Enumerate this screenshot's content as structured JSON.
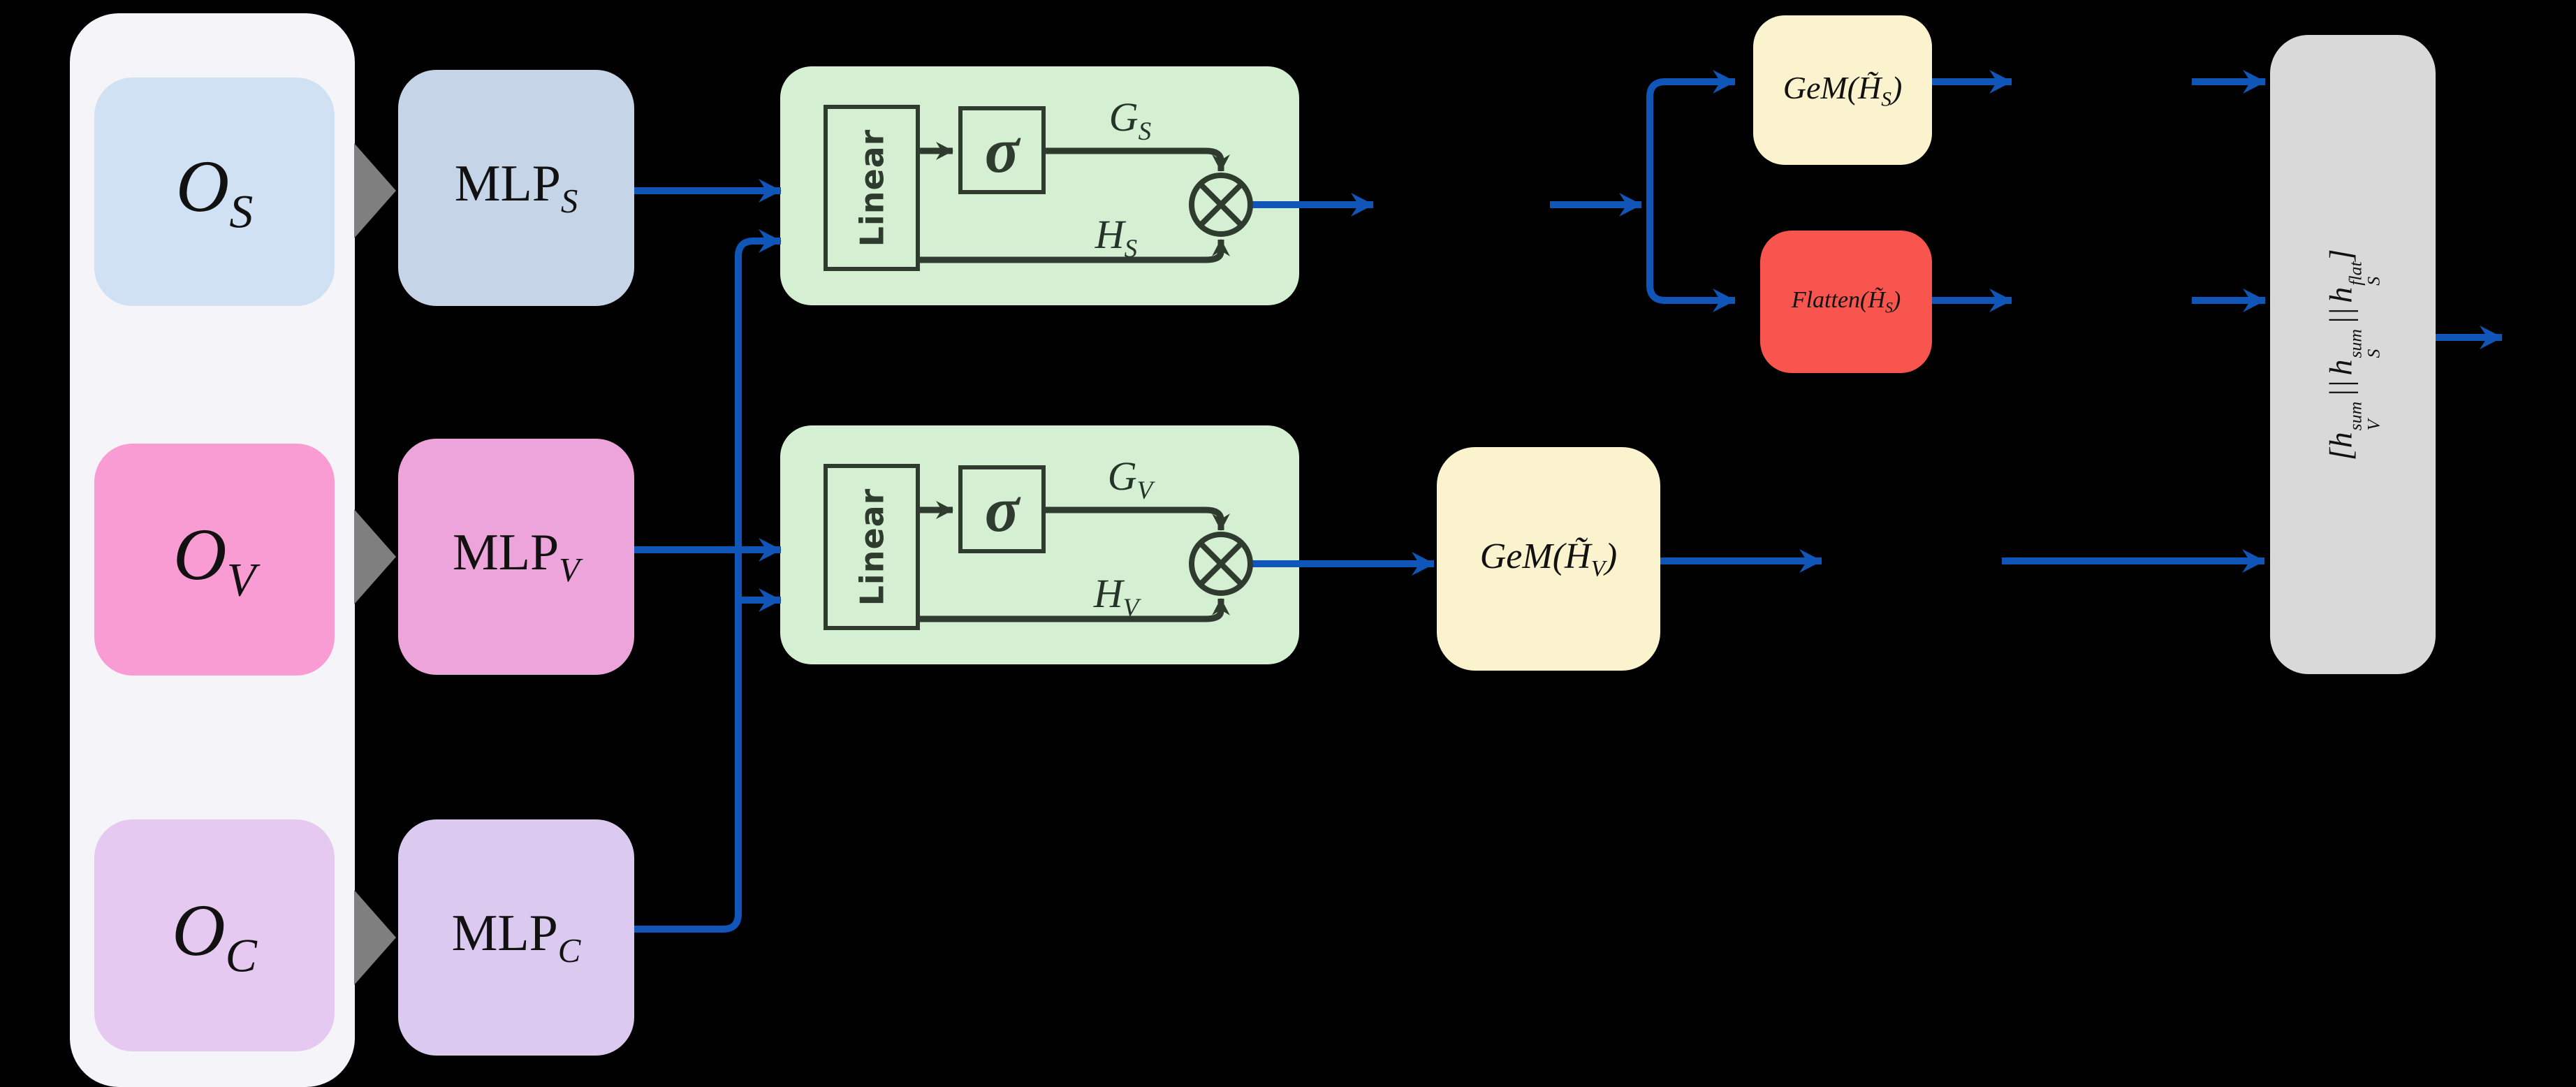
{
  "colors": {
    "background": "#000000",
    "input_panel": "#f4f4f9",
    "o_s": "#cfe1f2",
    "mlp_s": "#c6d4e8",
    "o_v": "#f99cd4",
    "mlp_v": "#eda4da",
    "o_c": "#e6c9f1",
    "mlp_c": "#dcc9f0",
    "gate_fill": "#d5efd2",
    "gate_stroke": "#2e3b2e",
    "gem_fill": "#faf3cd",
    "flatten_fill": "#f8554e",
    "concat_fill": "#d9d9d9",
    "arrow_blue": "#0f56b8",
    "triangle_gray": "#7f7f7f"
  },
  "inputs": {
    "o_s": {
      "base": "O",
      "sub": "S"
    },
    "o_v": {
      "base": "O",
      "sub": "V"
    },
    "o_c": {
      "base": "O",
      "sub": "C"
    }
  },
  "encoders": {
    "mlp_s": {
      "base": "MLP",
      "sub": "S"
    },
    "mlp_v": {
      "base": "MLP",
      "sub": "V"
    },
    "mlp_c": {
      "base": "MLP",
      "sub": "C"
    }
  },
  "gates": {
    "s": {
      "linear": "Linear",
      "sigma": "σ",
      "gate": {
        "base": "G",
        "sub": "S"
      },
      "hidden": {
        "base": "H",
        "sub": "S"
      }
    },
    "v": {
      "linear": "Linear",
      "sigma": "σ",
      "gate": {
        "base": "G",
        "sub": "V"
      },
      "hidden": {
        "base": "H",
        "sub": "V"
      }
    }
  },
  "pooling": {
    "gem_s": {
      "prefix": "GeM(",
      "arg": "H̃",
      "sub": "S",
      "suffix": ")"
    },
    "flatten_s": {
      "prefix": "Flatten(",
      "arg": "H̃",
      "sub": "S",
      "suffix": ")"
    },
    "gem_v": {
      "prefix": "GeM(",
      "arg": "H̃",
      "sub": "V",
      "suffix": ")"
    }
  },
  "concat": {
    "open": "[",
    "terms": [
      {
        "base": "h",
        "sup": "sum",
        "sub": "V"
      },
      {
        "base": "h",
        "sup": "sum",
        "sub": "S"
      },
      {
        "base": "h",
        "sup": "flat",
        "sub": "S"
      }
    ],
    "separator": "||",
    "close": "]"
  }
}
